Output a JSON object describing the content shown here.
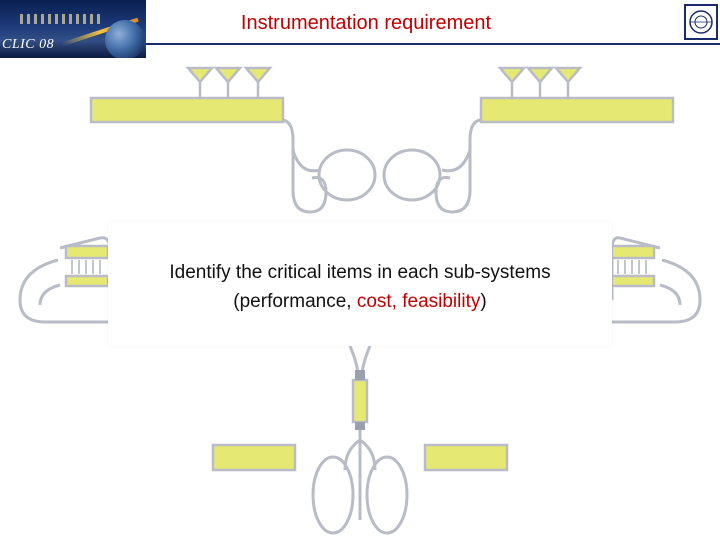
{
  "header": {
    "banner_label": "CLIC 08",
    "title": "Instrumentation requirement",
    "logo_icon": "cern-logo-icon"
  },
  "callout": {
    "line1": "Identify the critical items in each sub-systems",
    "line2_open": "(performance, ",
    "line2_red": "cost, feasibility",
    "line2_close": ")"
  },
  "colors": {
    "accent_red": "#c00000",
    "header_blue": "#1a2a6c",
    "component_fill": "#e6e971",
    "beamline_gray": "#b9bcc7"
  }
}
